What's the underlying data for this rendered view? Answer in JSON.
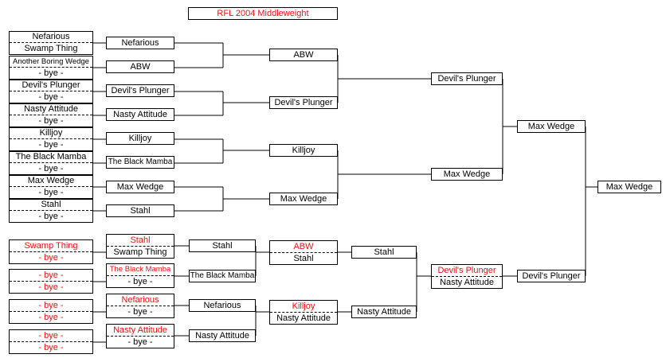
{
  "title": "RFL 2004 Middleweight",
  "upper": {
    "entrants": [
      [
        "Nefarious",
        "Swamp Thing"
      ],
      [
        "Another Boring Wedge",
        "- bye -"
      ],
      [
        "Devil's Plunger",
        "- bye -"
      ],
      [
        "Nasty Attitude",
        "- bye -"
      ],
      [
        "Killjoy",
        "- bye -"
      ],
      [
        "The Black Mamba",
        "- bye -"
      ],
      [
        "Max Wedge",
        "- bye -"
      ],
      [
        "Stahl",
        "- bye -"
      ]
    ],
    "round1": [
      "Nefarious",
      "ABW",
      "Devil's Plunger",
      "Nasty Attitude",
      "Killjoy",
      "The Black Mamba",
      "Max Wedge",
      "Stahl"
    ],
    "round2": [
      "ABW",
      "Devil's Plunger",
      "Killjoy",
      "Max Wedge"
    ],
    "round3": [
      "Devil's Plunger",
      "Max Wedge"
    ],
    "final": "Max Wedge"
  },
  "lower": {
    "entrants": [
      [
        "Swamp Thing",
        "- bye -"
      ],
      [
        "- bye -",
        "- bye -"
      ],
      [
        "- bye -",
        "- bye -"
      ],
      [
        "- bye -",
        "- bye -"
      ]
    ],
    "round1_pairs": [
      [
        "Stahl",
        "Swamp Thing"
      ],
      [
        "The Black Mamba",
        "- bye -"
      ],
      [
        "Nefarious",
        "- bye -"
      ],
      [
        "Nasty Attitude",
        "- bye -"
      ]
    ],
    "round2": [
      "Stahl",
      "The Black Mamba",
      "Nefarious",
      "Nasty Attitude"
    ],
    "round3_pairs": [
      [
        "ABW",
        "Stahl"
      ],
      [
        "Killjoy",
        "Nasty Attitude"
      ]
    ],
    "round4": [
      "Stahl",
      "Nasty Attitude"
    ],
    "round5_pair": [
      "Devil's Plunger",
      "Nasty Attitude"
    ],
    "final": "Devil's Plunger"
  },
  "champion": "Max Wedge",
  "colors": {
    "dropped_in": "#ee1111",
    "line": "#000000"
  }
}
